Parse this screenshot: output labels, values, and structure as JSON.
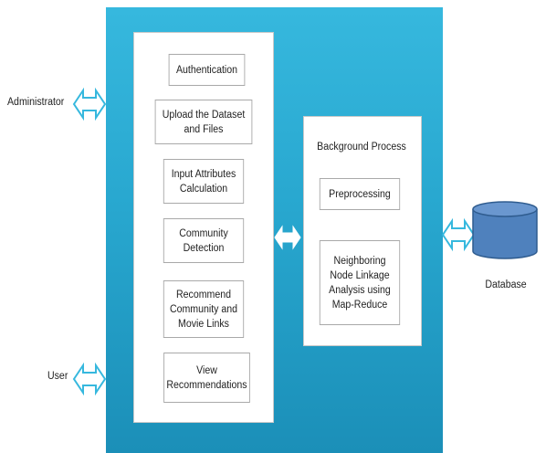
{
  "actors": {
    "administrator": "Administrator",
    "user": "User"
  },
  "modules": [
    "Authentication",
    "Upload the Dataset\nand Files",
    "Input Attributes\nCalculation",
    "Community\nDetection",
    "Recommend\nCommunity and\nMovie Links",
    "View\nRecommendations"
  ],
  "background": {
    "title": "Background Process",
    "steps": [
      "Preprocessing",
      "Neighboring\nNode Linkage\nAnalysis using\nMap-Reduce"
    ]
  },
  "database": {
    "label": "Database"
  },
  "colors": {
    "panel_top": "#36b8de",
    "panel_bottom": "#1b8fb8",
    "arrow_outline": "#36b8de",
    "db_fill": "#4f81bd",
    "db_top": "#6a97cf",
    "db_stroke": "#2f5c8f"
  }
}
